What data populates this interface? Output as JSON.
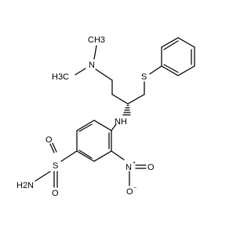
{
  "molecule": {
    "atoms": {
      "n_dimethyl": "N",
      "ch3_top": "CH3",
      "h3c_left": "H3C",
      "sulfur": "S",
      "nh": "NH",
      "nitro_n": "N",
      "nitro_plus": "+",
      "nitro_o_right": "O",
      "nitro_o_bottom": "O",
      "nitro_minus": "−",
      "sulfonyl_s": "S",
      "sulfonyl_o_top": "O",
      "sulfonyl_o_bottom": "O",
      "nh2": "H2N"
    }
  }
}
